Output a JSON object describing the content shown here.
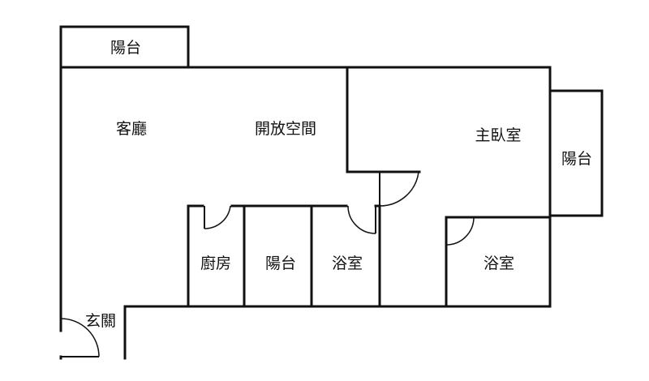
{
  "rooms": {
    "balcony_top": "陽台",
    "living_room": "客廳",
    "open_space": "開放空間",
    "master_bedroom": "主臥室",
    "balcony_right": "陽台",
    "kitchen": "廚房",
    "balcony_middle": "陽台",
    "bathroom_1": "浴室",
    "bathroom_2": "浴室",
    "entrance": "玄關"
  }
}
